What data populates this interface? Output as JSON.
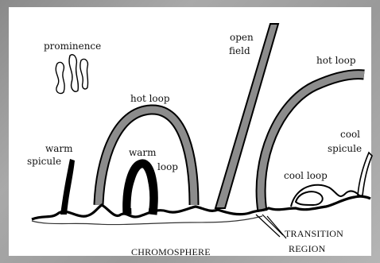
{
  "labels": {
    "prominence": "prominence",
    "open": "open",
    "field": "field",
    "hot_loop_left": "hot loop",
    "hot_loop_right": "hot loop",
    "warm1": "warm",
    "spicule_left": "spicule",
    "warm2": "warm",
    "loop": "loop",
    "cool": "cool",
    "spicule_right": "spicule",
    "cool_loop": "cool loop",
    "chromosphere": "CHROMOSPHERE",
    "transition": "TRANSITION",
    "region": "REGION"
  },
  "colors": {
    "background": "#9a9a9a",
    "panel": "#ffffff",
    "ink": "#000000",
    "loop_fill": "#8c8c8c"
  }
}
